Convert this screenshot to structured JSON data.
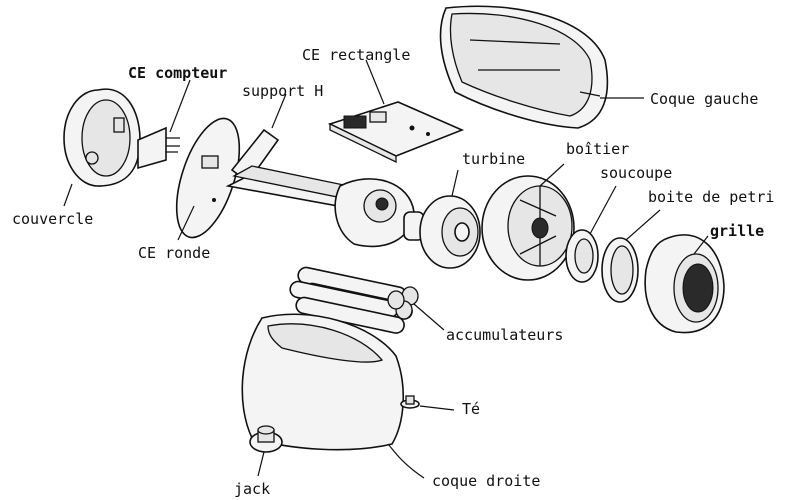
{
  "labels": {
    "ce_compteur": "CE compteur",
    "ce_rectangle": "CE rectangle",
    "support_h": "support H",
    "coque_gauche": "Coque gauche",
    "turbine": "turbine",
    "boitier": "boîtier",
    "soucoupe": "soucoupe",
    "boite_de_petri": "boite de petri",
    "grille": "grille",
    "couvercle": "couvercle",
    "ce_ronde": "CE ronde",
    "accumulateurs": "accumulateurs",
    "te": "Té",
    "jack": "jack",
    "coque_droite": "coque droite"
  }
}
